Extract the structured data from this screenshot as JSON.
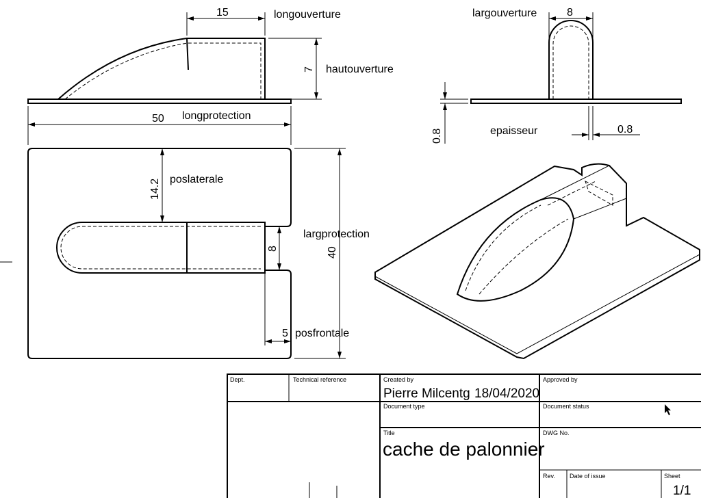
{
  "dimensions": {
    "longouverture": {
      "value": "15",
      "label": "longouverture"
    },
    "hautouverture": {
      "value": "7",
      "label": "hautouverture"
    },
    "longprotection": {
      "value": "50",
      "label": "longprotection"
    },
    "largouverture": {
      "value": "8",
      "label": "largouverture"
    },
    "epaisseur_v": {
      "value": "0.8"
    },
    "epaisseur": {
      "value": "0.8",
      "label": "epaisseur"
    },
    "poslaterale": {
      "value": "14.2",
      "label": "poslaterale"
    },
    "slot": {
      "value": "8"
    },
    "largprotection": {
      "value": "40",
      "label": "largprotection"
    },
    "posfrontale": {
      "value": "5",
      "label": "posfrontale"
    }
  },
  "title_block": {
    "dept_label": "Dept.",
    "techref_label": "Technical reference",
    "created_by_label": "Created by",
    "created_by": "Pierre Milcentg",
    "created_date": "18/04/2020",
    "approved_by_label": "Approved by",
    "doc_type_label": "Document type",
    "doc_status_label": "Document status",
    "title_label": "Title",
    "title": "cache de palonnier",
    "dwg_label": "DWG No.",
    "rev_label": "Rev.",
    "date_issue_label": "Date of issue",
    "sheet_label": "Sheet",
    "sheet": "1/1"
  }
}
